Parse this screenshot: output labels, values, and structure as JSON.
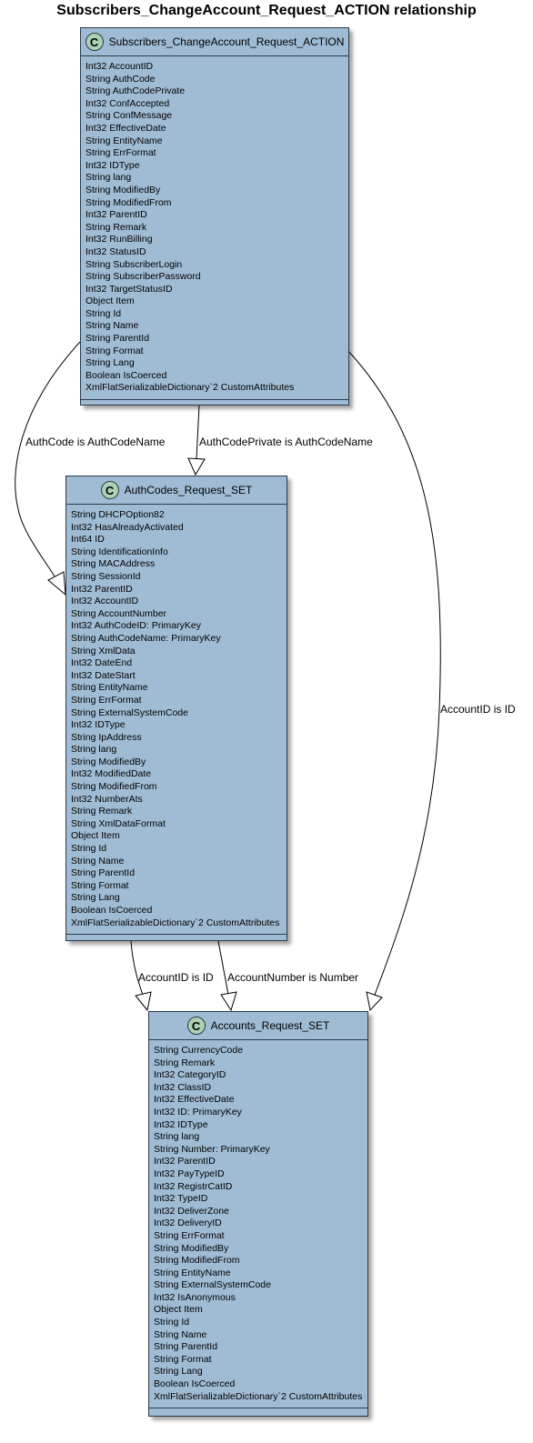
{
  "diagram": {
    "title": "Subscribers_ChangeAccount_Request_ACTION relationship",
    "class_icon_letter": "C",
    "colors": {
      "class_fill": "#a0bcd4",
      "class_border": "#2b3a4a",
      "icon_fill": "#add1b2"
    },
    "classes": [
      {
        "id": "subscribers",
        "name": "Subscribers_ChangeAccount_Request_ACTION",
        "attributes": [
          "Int32 AccountID",
          "String AuthCode",
          "String AuthCodePrivate",
          "Int32 ConfAccepted",
          "String ConfMessage",
          "Int32 EffectiveDate",
          "String EntityName",
          "String ErrFormat",
          "Int32 IDType",
          "String lang",
          "String ModifiedBy",
          "String ModifiedFrom",
          "Int32 ParentID",
          "String Remark",
          "Int32 RunBilling",
          "Int32 StatusID",
          "String SubscriberLogin",
          "String SubscriberPassword",
          "Int32 TargetStatusID",
          "Object Item",
          "String Id",
          "String Name",
          "String ParentId",
          "String Format",
          "String Lang",
          "Boolean IsCoerced",
          "XmlFlatSerializableDictionary`2 CustomAttributes"
        ]
      },
      {
        "id": "authcodes",
        "name": "AuthCodes_Request_SET",
        "attributes": [
          "String DHCPOption82",
          "Int32 HasAlreadyActivated",
          "Int64 ID",
          "String IdentificationInfo",
          "String MACAddress",
          "String SessionId",
          "Int32 ParentID",
          "Int32 AccountID",
          "String AccountNumber",
          "Int32 AuthCodeID: PrimaryKey",
          "String AuthCodeName: PrimaryKey",
          "String XmlData",
          "Int32 DateEnd",
          "Int32 DateStart",
          "String EntityName",
          "String ErrFormat",
          "String ExternalSystemCode",
          "Int32 IDType",
          "String IpAddress",
          "String lang",
          "String ModifiedBy",
          "Int32 ModifiedDate",
          "String ModifiedFrom",
          "Int32 NumberAts",
          "String Remark",
          "String XmlDataFormat",
          "Object Item",
          "String Id",
          "String Name",
          "String ParentId",
          "String Format",
          "String Lang",
          "Boolean IsCoerced",
          "XmlFlatSerializableDictionary`2 CustomAttributes"
        ]
      },
      {
        "id": "accounts",
        "name": "Accounts_Request_SET",
        "attributes": [
          "String CurrencyCode",
          "String Remark",
          "Int32 CategoryID",
          "Int32 ClassID",
          "Int32 EffectiveDate",
          "Int32 ID: PrimaryKey",
          "Int32 IDType",
          "String lang",
          "String Number: PrimaryKey",
          "Int32 ParentID",
          "Int32 PayTypeID",
          "Int32 RegistrCatID",
          "Int32 TypeID",
          "Int32 DeliverZone",
          "Int32 DeliveryID",
          "String ErrFormat",
          "String ModifiedBy",
          "String ModifiedFrom",
          "String EntityName",
          "String ExternalSystemCode",
          "Int32 IsAnonymous",
          "Object Item",
          "String Id",
          "String Name",
          "String ParentId",
          "String Format",
          "String Lang",
          "Boolean IsCoerced",
          "XmlFlatSerializableDictionary`2 CustomAttributes"
        ]
      }
    ],
    "relationships": [
      {
        "from": "subscribers",
        "to": "authcodes",
        "label": "AuthCode is AuthCodeName"
      },
      {
        "from": "subscribers",
        "to": "authcodes",
        "label": "AuthCodePrivate is AuthCodeName"
      },
      {
        "from": "subscribers",
        "to": "accounts",
        "label": "AccountID is ID"
      },
      {
        "from": "authcodes",
        "to": "accounts",
        "label": "AccountID is ID"
      },
      {
        "from": "authcodes",
        "to": "accounts",
        "label": "AccountNumber is Number"
      }
    ]
  }
}
